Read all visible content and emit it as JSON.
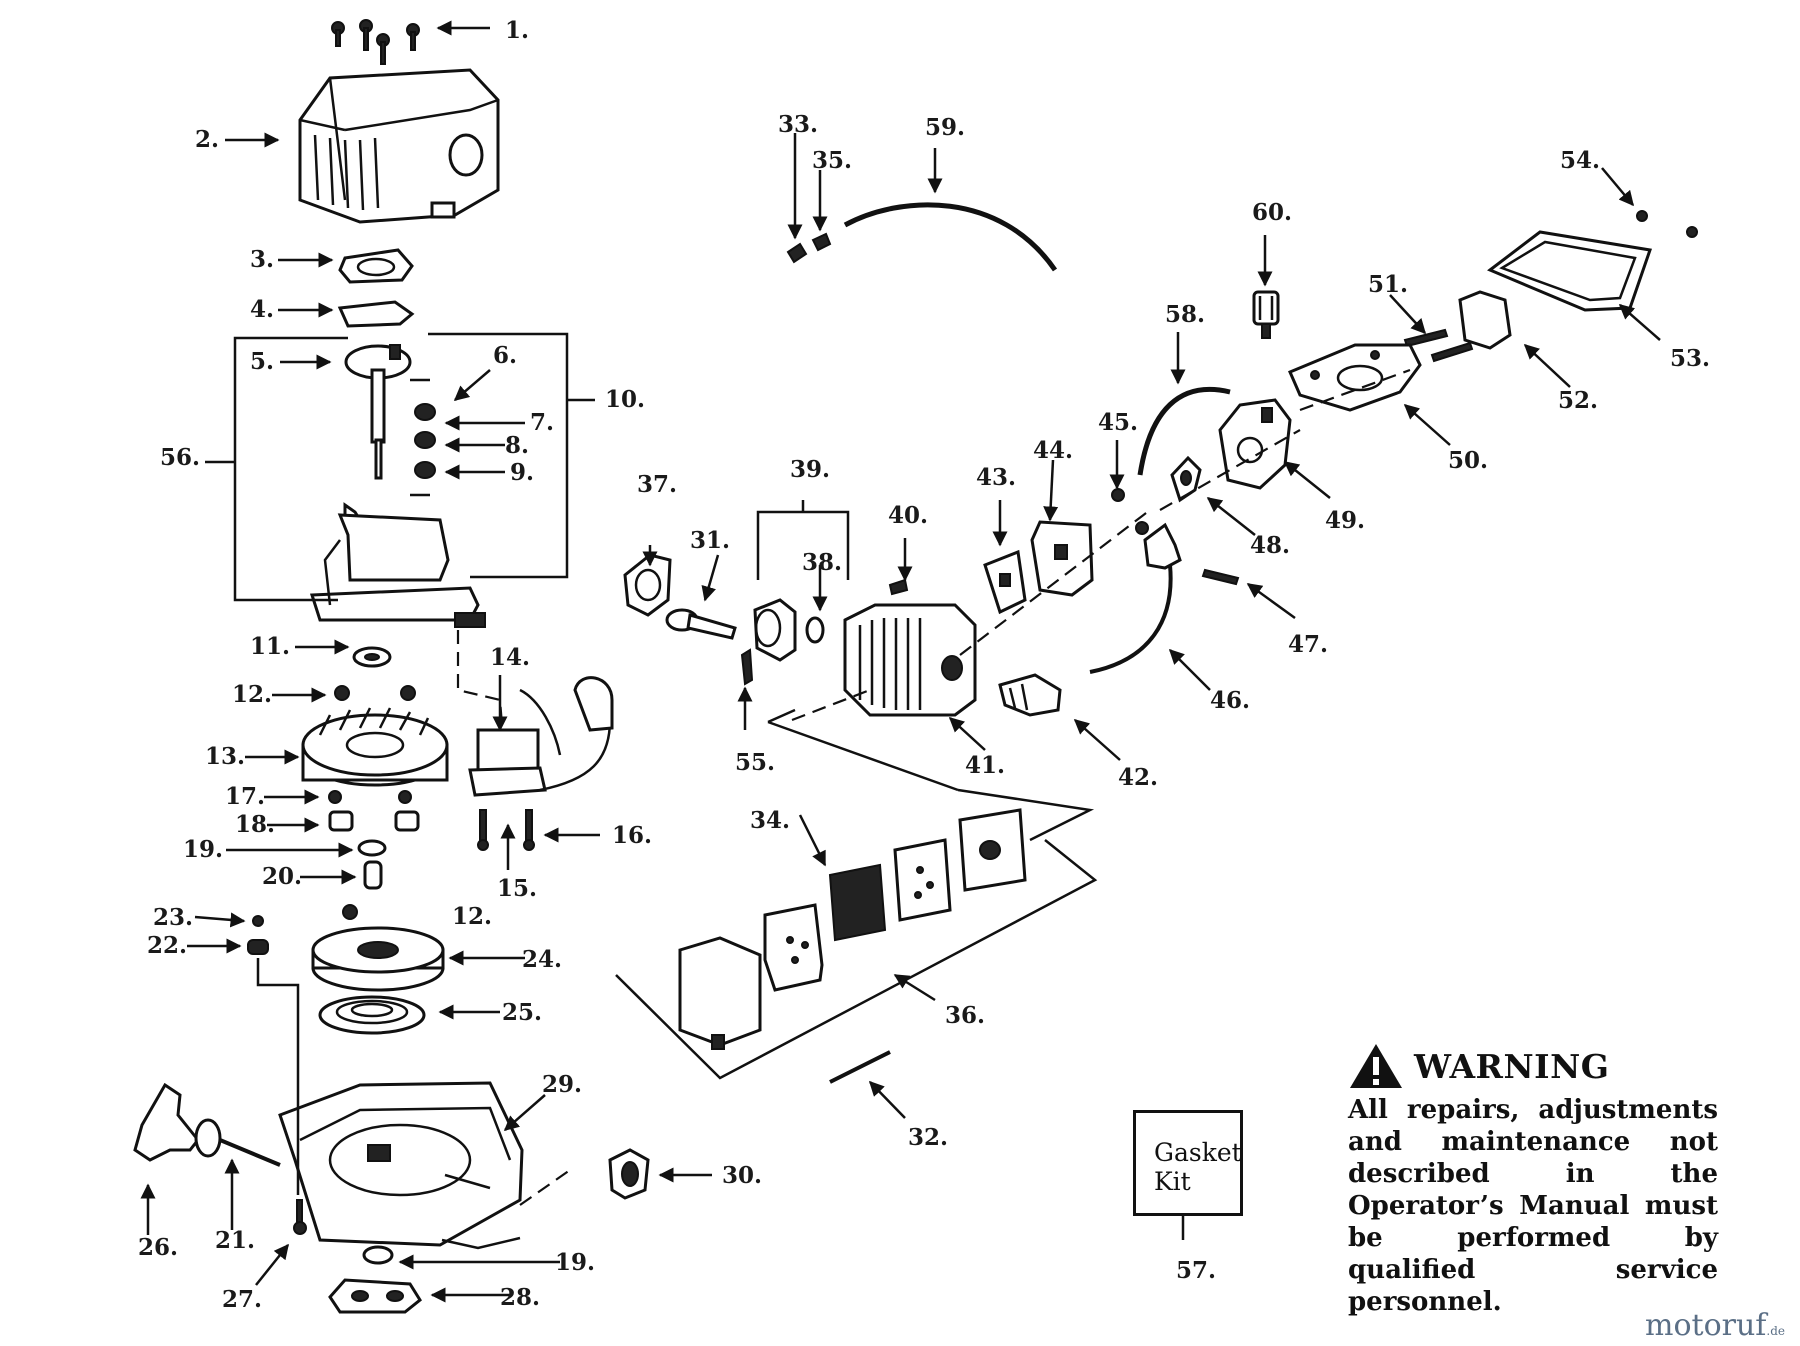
{
  "callouts": [
    {
      "id": "1",
      "label": "1."
    },
    {
      "id": "2",
      "label": "2."
    },
    {
      "id": "3",
      "label": "3."
    },
    {
      "id": "4",
      "label": "4."
    },
    {
      "id": "5",
      "label": "5."
    },
    {
      "id": "6",
      "label": "6."
    },
    {
      "id": "7",
      "label": "7."
    },
    {
      "id": "8",
      "label": "8."
    },
    {
      "id": "9",
      "label": "9."
    },
    {
      "id": "10",
      "label": "10."
    },
    {
      "id": "11",
      "label": "11."
    },
    {
      "id": "12a",
      "label": "12."
    },
    {
      "id": "12b",
      "label": "12."
    },
    {
      "id": "13",
      "label": "13."
    },
    {
      "id": "14",
      "label": "14."
    },
    {
      "id": "15",
      "label": "15."
    },
    {
      "id": "16",
      "label": "16."
    },
    {
      "id": "17",
      "label": "17."
    },
    {
      "id": "18",
      "label": "18."
    },
    {
      "id": "19a",
      "label": "19."
    },
    {
      "id": "19b",
      "label": "19."
    },
    {
      "id": "20",
      "label": "20."
    },
    {
      "id": "21",
      "label": "21."
    },
    {
      "id": "22",
      "label": "22."
    },
    {
      "id": "23",
      "label": "23."
    },
    {
      "id": "24",
      "label": "24."
    },
    {
      "id": "25",
      "label": "25."
    },
    {
      "id": "26",
      "label": "26."
    },
    {
      "id": "27",
      "label": "27."
    },
    {
      "id": "28",
      "label": "28."
    },
    {
      "id": "29",
      "label": "29."
    },
    {
      "id": "30",
      "label": "30."
    },
    {
      "id": "31",
      "label": "31."
    },
    {
      "id": "32",
      "label": "32."
    },
    {
      "id": "33",
      "label": "33."
    },
    {
      "id": "34",
      "label": "34."
    },
    {
      "id": "35",
      "label": "35."
    },
    {
      "id": "36",
      "label": "36."
    },
    {
      "id": "37",
      "label": "37."
    },
    {
      "id": "38",
      "label": "38."
    },
    {
      "id": "39",
      "label": "39."
    },
    {
      "id": "40",
      "label": "40."
    },
    {
      "id": "41",
      "label": "41."
    },
    {
      "id": "42",
      "label": "42."
    },
    {
      "id": "43",
      "label": "43."
    },
    {
      "id": "44",
      "label": "44."
    },
    {
      "id": "45",
      "label": "45."
    },
    {
      "id": "46",
      "label": "46."
    },
    {
      "id": "47",
      "label": "47."
    },
    {
      "id": "48",
      "label": "48."
    },
    {
      "id": "49",
      "label": "49."
    },
    {
      "id": "50",
      "label": "50."
    },
    {
      "id": "51",
      "label": "51."
    },
    {
      "id": "52",
      "label": "52."
    },
    {
      "id": "53",
      "label": "53."
    },
    {
      "id": "54",
      "label": "54."
    },
    {
      "id": "55",
      "label": "55."
    },
    {
      "id": "56",
      "label": "56."
    },
    {
      "id": "57",
      "label": "57."
    },
    {
      "id": "58",
      "label": "58."
    },
    {
      "id": "59",
      "label": "59."
    },
    {
      "id": "60",
      "label": "60."
    }
  ],
  "warning": {
    "title": "WARNING",
    "text": "All repairs, adjustments and maintenance not described in the Operator’s Manual must be performed by qualified service personnel."
  },
  "gasket_kit": {
    "text": "Gasket\nKit"
  },
  "watermark": {
    "brand": "motoruf",
    "suffix": ".de"
  }
}
